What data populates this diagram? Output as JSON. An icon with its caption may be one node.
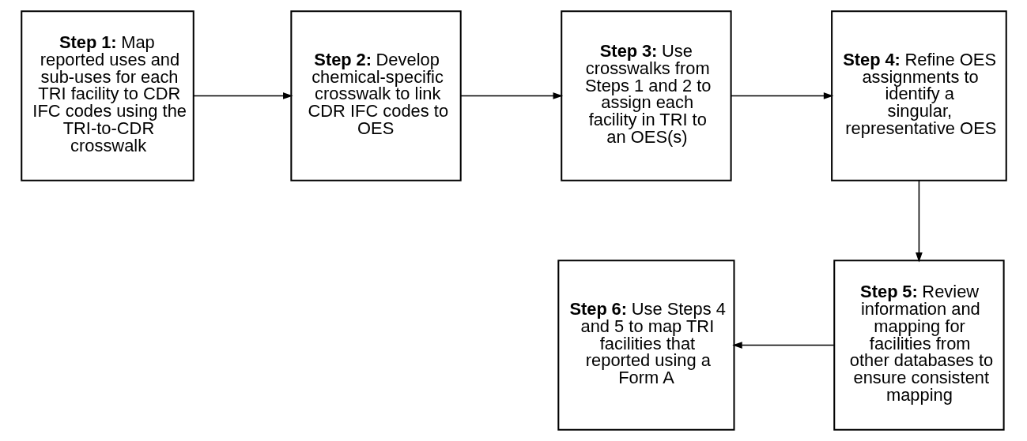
{
  "diagram": {
    "nodes": [
      {
        "text": [
          "**Step 1:** Map reported uses and sub-uses for each TRI facility to CDR IFC codes using the TRI-to-CDR crosswalk"
        ]
      },
      {
        "text": [
          "**Step 2:** Develop chemical-specific crosswalk to link CDR IFC codes to OES"
        ]
      },
      {
        "text": [
          "**Step 3:** Use crosswalks from Steps 1 and 2 to assign each facility in TRI to an OES(s)"
        ]
      },
      {
        "text": [
          "**Step 4:** Refine OES assignments to identify a singular, representative OES"
        ]
      },
      {
        "text": [
          "**Step 5:** Review information and mapping for facilities from other databases to ensure consistent mapping"
        ]
      },
      {
        "text": [
          "**Step 6:** Use Steps 4 and 5 to map TRI facilities that reported using a Form A"
        ]
      }
    ],
    "edges": [
      {
        "from": 0,
        "to": 1,
        "arrow": "to"
      },
      {
        "from": 1,
        "to": 2,
        "arrow": "to"
      },
      {
        "from": 2,
        "to": 3,
        "arrow": "to"
      },
      {
        "from": 3,
        "to": 4,
        "arrow": "to"
      },
      {
        "from": 4,
        "to": 5,
        "arrow": "to"
      }
    ]
  }
}
